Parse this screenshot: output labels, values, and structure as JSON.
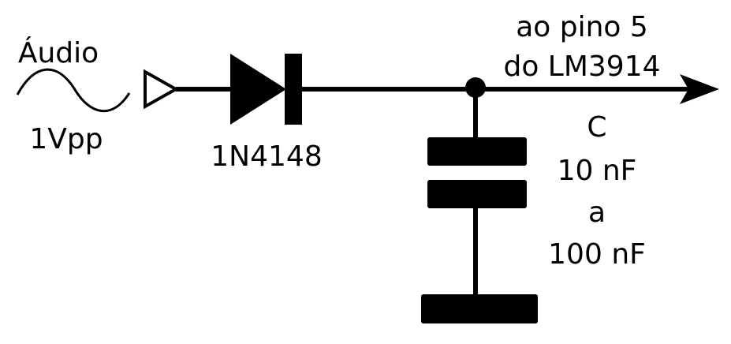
{
  "diagram": {
    "source": {
      "label": "Áudio",
      "amplitude": "1Vpp"
    },
    "diode": {
      "part": "1N4148"
    },
    "output": {
      "line1": "ao pino 5",
      "line2": "do LM3914"
    },
    "capacitor": {
      "name": "C",
      "min": "10 nF",
      "connector": "a",
      "max": "100 nF"
    }
  },
  "colors": {
    "stroke": "#000000",
    "background": "#ffffff"
  }
}
